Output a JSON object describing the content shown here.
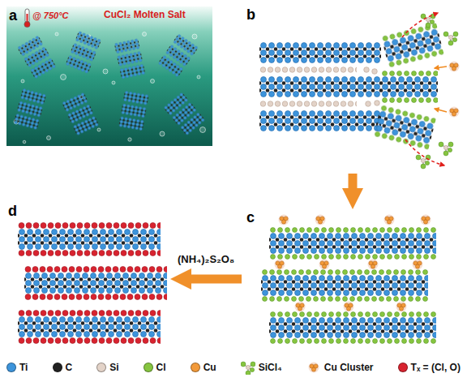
{
  "diagram": {
    "nodes": [
      {
        "text": [
          "a",
          "@ 750°C",
          "CuCl₂ Molten Salt"
        ]
      },
      {
        "text": [
          "b"
        ]
      },
      {
        "text": [
          "c"
        ]
      },
      {
        "text": [
          "d"
        ]
      }
    ],
    "edges": [
      {
        "from": 1,
        "to": 2,
        "arrow": "to"
      },
      {
        "from": 2,
        "to": 3,
        "label": "(NH₄)₂S₂O₈",
        "arrow": "to"
      }
    ],
    "legend": [
      {
        "text": "Ti",
        "color": "#3d94db"
      },
      {
        "text": "C",
        "color": "#222222"
      },
      {
        "text": "Si",
        "color": "#e3d3c8"
      },
      {
        "text": "Cl",
        "color": "#86c540"
      },
      {
        "text": "Cu",
        "color": "#f29a3a"
      },
      {
        "text": "SiCl₄"
      },
      {
        "text": "Cu Cluster"
      },
      {
        "text": "Tₓ = (Cl, O)",
        "color": "#d8232f"
      }
    ]
  }
}
